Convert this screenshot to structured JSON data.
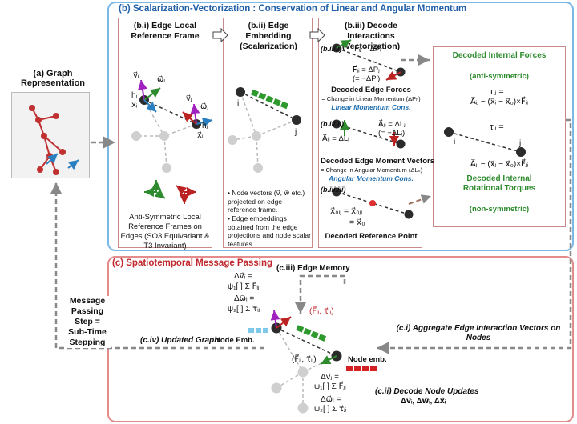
{
  "graph_rep": {
    "label": "(a) Graph Representation"
  },
  "panel_b": {
    "title": "(b) Scalarization-Vectorization : Conservation of Linear and Angular Momentum",
    "bi": {
      "title": "(b.i) Edge Local Reference Frame",
      "caption": "Anti-Symmetric Local Reference Frames on Edges (SO3 Equivariant & T3 Invariant)",
      "lbl_vi": "v⃗ᵢ",
      "lbl_wi": "ω⃗ᵢ",
      "lbl_hi": "hᵢ",
      "lbl_xi": "x⃗ᵢ",
      "lbl_vj": "v⃗ⱼ",
      "lbl_wj": "ω⃗ⱼ",
      "lbl_hj": "hⱼ",
      "lbl_xj": "x⃗ⱼ"
    },
    "bii": {
      "title": "(b.ii) Edge Embedding (Scalarization)",
      "node_i": "i",
      "node_j": "j",
      "bullet1": "Node vectors (v⃗, w⃗ etc.) projected on edge reference frame.",
      "bullet2": "Edge embeddings obtained from the edge projections and node scalar features."
    },
    "biii": {
      "title": "(b.iii) Decode Interactions (Vectorization)",
      "sub1": "(b.iii.i)",
      "eq_fij": "F⃗ᵢⱼ = ΔPᵢ",
      "eq_fji": "F⃗ⱼᵢ = ΔPⱼ",
      "eq_fji2": "(= −ΔPᵢ)",
      "forces_title": "Decoded Edge Forces",
      "forces_sub": "= Change in Linear Momentum (ΔPₕ)",
      "forces_cons": "Linear Momentum Cons.",
      "sub2": "(b.iii.ii)",
      "eq_aij": "A⃗ᵢⱼ = ΔLᵢ",
      "eq_aji": "A⃗ⱼᵢ = ΔLⱼ",
      "eq_aji2": "(= −ΔLᵢ)",
      "moments_title": "Decoded Edge Moment Vectors",
      "moments_sub": "= Change in Angular Momentum (ΔLₕ)",
      "moments_cons": "Angular Momentum Cons.",
      "sub3": "(b.iii.iii)",
      "eq_x0": "x⃗₀ᵢⱼ = x⃗₀ⱼᵢ",
      "eq_x02": "= x⃗₀",
      "ref_title": "Decoded Reference Point"
    },
    "decoded": {
      "forces": "Decoded Internal Forces",
      "forces_note": "(anti-symmetric)",
      "tau_ij": "τᵢⱼ =",
      "tau_ij_eq": "A⃗ᵢⱼ − (x⃗ᵢ − x⃗₀)×F⃗ᵢⱼ",
      "tau_ji": "τⱼᵢ =",
      "tau_ji_eq": "A⃗ⱼᵢ − (x⃗ⱼ − x⃗₀)×F⃗ⱼᵢ",
      "node_i": "i",
      "node_j": "j",
      "torques": "Decoded Internal Rotational Torques",
      "torques_note": "(non-symmetric)"
    }
  },
  "panel_c": {
    "title": "(c) Spatiotemporal Message Passing",
    "ciii": "(c.iii) Edge Memory",
    "civ": "(c.iv) Updated Graph",
    "ci": "(c.i) Aggregate Edge Interaction Vectors on Nodes",
    "cii_title": "(c.ii) Decode Node Updates",
    "cii_vars": "Δv⃗ᵢ, Δw⃗ᵢ, Δx⃗ᵢ",
    "eq_dv": "Δv⃗ᵢ =",
    "eq_dv2": "ψ₁[    ] Σ F⃗ᵢⱼ",
    "eq_dw": "Δω⃗ᵢ =",
    "eq_dw2": "ψ₂[    ] Σ τ⃗ᵢⱼ",
    "eq_dv_b": "Δv⃗ⱼ =",
    "eq_dv2_b": "ψ₁[    ] Σ F⃗ⱼᵢ",
    "eq_dw_b": "Δω⃗ⱼ =",
    "eq_dw2_b": "ψ₂[    ] Σ τ⃗ⱼᵢ",
    "node_emb_left": "Node Emb.",
    "node_emb_right": "Node emb.",
    "pair_ij": "(F⃗ᵢⱼ, τ⃗ᵢⱼ)",
    "pair_ji": "(F⃗ⱼᵢ, τ⃗ⱼᵢ)"
  },
  "message_passing": "Message Passing Step = Sub-Time Stepping",
  "colors": {
    "panel_b": "#6aaee0",
    "panel_c": "#e08080",
    "title_b": "#1f5fa8",
    "title_c": "#c0282d",
    "green": "#2e8b2e",
    "blue": "#2a7fc0"
  }
}
